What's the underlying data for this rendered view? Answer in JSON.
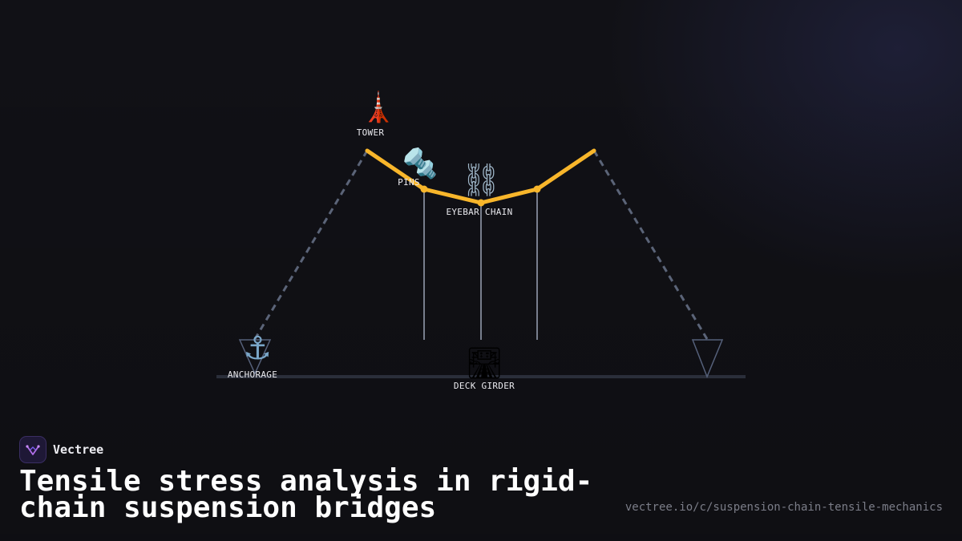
{
  "diagram": {
    "labels": {
      "tower": "TOWER",
      "pins": "PINS",
      "chain": "EYEBAR CHAIN",
      "anchorage": "ANCHORAGE",
      "deck": "DECK GIRDER"
    },
    "icons": {
      "tower": "🗼",
      "pins": "🔩",
      "chain": "⛓",
      "anchorage": "⚓",
      "deck": "🛣"
    },
    "colors": {
      "chain": "#f8b62b",
      "backstay": "#5b6478",
      "hanger": "#9aa3b5",
      "ground": "#2a2e3a",
      "support": "#55607a"
    }
  },
  "brand": {
    "name": "Vectree"
  },
  "title": "Tensile stress analysis in rigid-chain suspension bridges",
  "url": "vectree.io/c/suspension-chain-tensile-mechanics"
}
